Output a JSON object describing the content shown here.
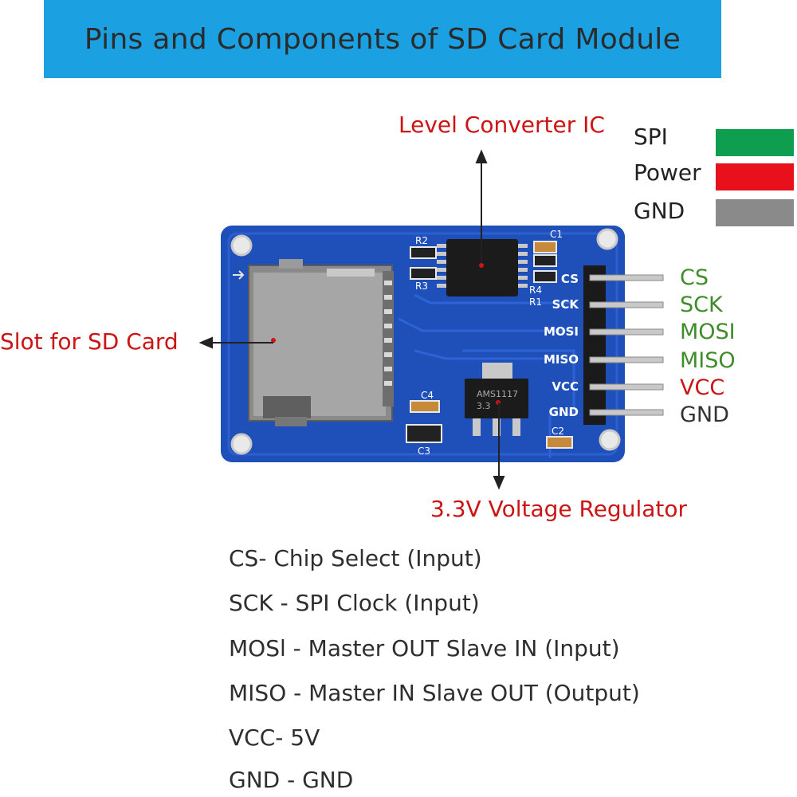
{
  "title": "Pins and Components of SD Card Module",
  "labels": {
    "level_converter": "Level Converter IC",
    "slot": "Slot for SD Card",
    "regulator": "3.3V Voltage Regulator"
  },
  "legend": [
    {
      "label": "SPI",
      "color": "#0f9d4f"
    },
    {
      "label": "Power",
      "color": "#e8101b"
    },
    {
      "label": "GND",
      "color": "#8a8a8a"
    }
  ],
  "pin_labels": [
    {
      "label": "CS",
      "color": "#3f8c2a"
    },
    {
      "label": "SCK",
      "color": "#3f8c2a"
    },
    {
      "label": "MOSI",
      "color": "#3f8c2a"
    },
    {
      "label": "MISO",
      "color": "#3f8c2a"
    },
    {
      "label": "VCC",
      "color": "#cc1414"
    },
    {
      "label": "GND",
      "color": "#333333"
    }
  ],
  "board": {
    "silk_pins": [
      "CS",
      "SCK",
      "MOSI",
      "MISO",
      "VCC",
      "GND"
    ],
    "components": [
      "R2",
      "R3",
      "C1",
      "R4",
      "R1",
      "C4",
      "C3",
      "C2"
    ],
    "regulator_marking": "AMS1117 3.3"
  },
  "descriptions": [
    "CS- Chip Select (Input)",
    "SCK - SPI Clock (Input)",
    "MOSl - Master OUT Slave IN (Input)",
    "MISO - Master IN Slave OUT (Output)",
    "VCC- 5V",
    "GND - GND"
  ],
  "colors": {
    "title_bg": "#1ba1e2",
    "board": "#1f4fb8",
    "annotation_red": "#cc1414"
  }
}
